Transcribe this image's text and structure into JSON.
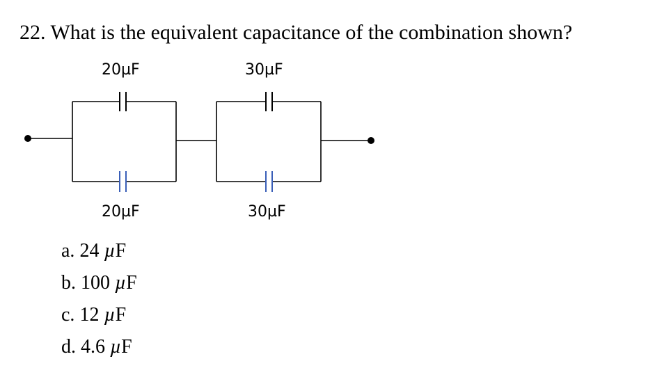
{
  "question": {
    "number": "22.",
    "text": "What is the equivalent capacitance of the combination shown?"
  },
  "circuit": {
    "labels": {
      "top_left": "20µF",
      "top_right": "30µF",
      "bottom_left": "20µF",
      "bottom_right": "30µF"
    },
    "bottom_plate_color": "#3a5fb8"
  },
  "choices": [
    {
      "letter": "a.",
      "value": "24",
      "unit_mu": "µ",
      "unit_rest": "F"
    },
    {
      "letter": "b.",
      "value": "100",
      "unit_mu": "µ",
      "unit_rest": "F"
    },
    {
      "letter": "c.",
      "value": "12",
      "unit_mu": "µ",
      "unit_rest": "F"
    },
    {
      "letter": "d.",
      "value": "4.6",
      "unit_mu": "µ",
      "unit_rest": "F"
    }
  ]
}
